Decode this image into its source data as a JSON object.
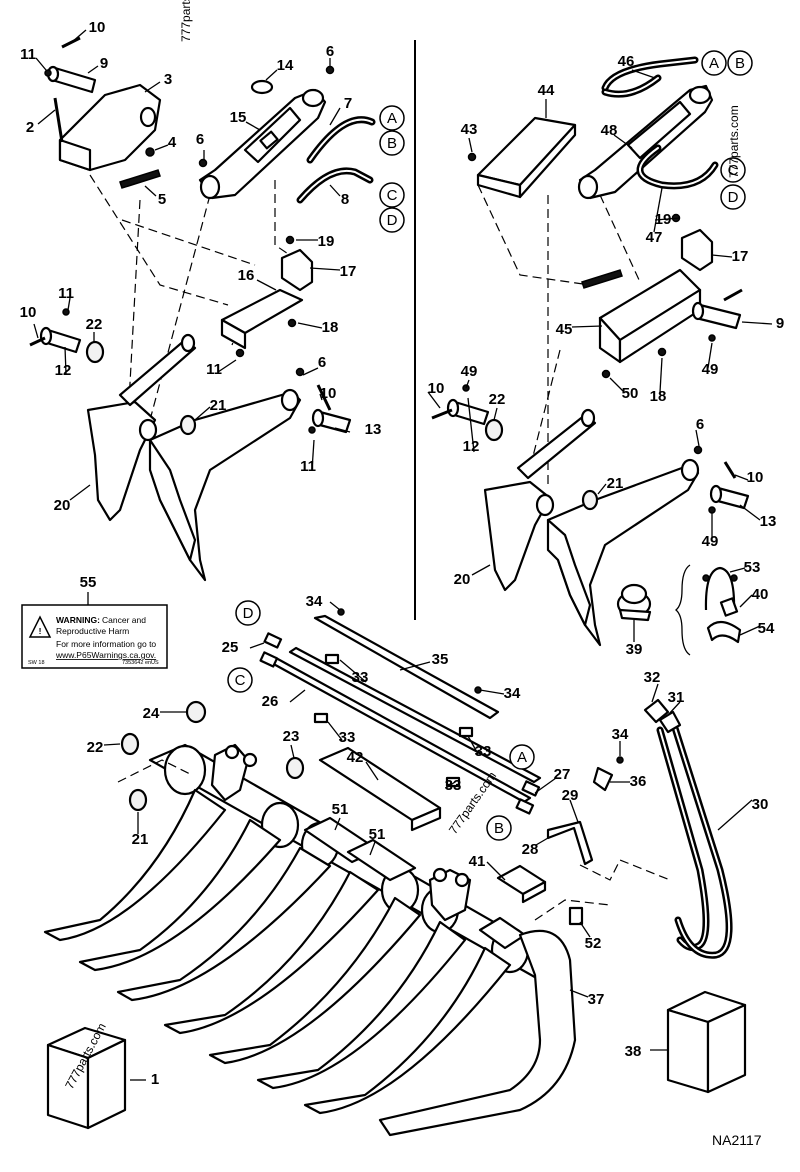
{
  "part_numbers": [
    "1",
    "2",
    "3",
    "4",
    "5",
    "6",
    "6",
    "6",
    "6",
    "7",
    "8",
    "9",
    "9",
    "10",
    "10",
    "10",
    "10",
    "10",
    "11",
    "11",
    "11",
    "11",
    "12",
    "12",
    "13",
    "13",
    "14",
    "15",
    "16",
    "17",
    "17",
    "18",
    "18",
    "19",
    "19",
    "20",
    "20",
    "21",
    "21",
    "21",
    "22",
    "22",
    "22",
    "23",
    "24",
    "25",
    "26",
    "27",
    "28",
    "29",
    "30",
    "31",
    "32",
    "33",
    "33",
    "33",
    "33",
    "34",
    "34",
    "34",
    "35",
    "36",
    "37",
    "38",
    "39",
    "40",
    "41",
    "42",
    "43",
    "44",
    "45",
    "46",
    "47",
    "48",
    "49",
    "49",
    "49",
    "50",
    "51",
    "51",
    "52",
    "53",
    "54",
    "55"
  ],
  "connectors": [
    "A",
    "B",
    "C",
    "D",
    "A",
    "B",
    "C",
    "D",
    "A",
    "B",
    "C",
    "D"
  ],
  "warning_label": {
    "heading": "WARNING:",
    "line1": "Cancer and",
    "line2": "Reproductive Harm",
    "line3": "For more information go to",
    "url": "www.P65Warnings.ca.gov.",
    "small_left": "SW 18",
    "small_right": "7353642 enUS"
  },
  "drawing_code": "NA2117",
  "watermarks": [
    "777parts",
    "777parts.com",
    "777parts.com",
    "777parts.com"
  ],
  "colors": {
    "ink": "#000000",
    "paper": "#ffffff"
  }
}
